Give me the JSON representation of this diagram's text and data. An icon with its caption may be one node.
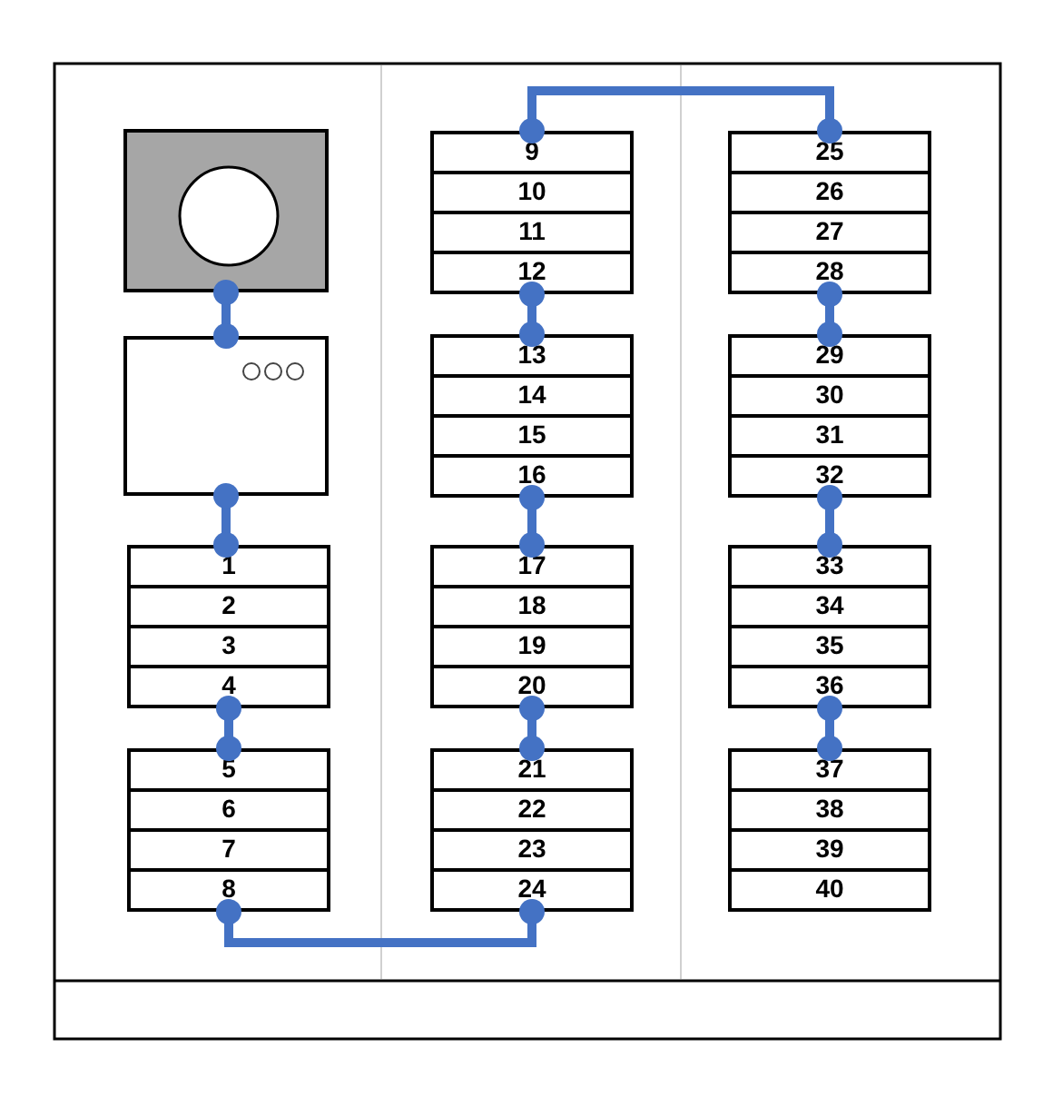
{
  "diagram": {
    "nodes": [
      {
        "text": [],
        "shape": "box"
      },
      {
        "text": [],
        "shape": "box"
      },
      {
        "text": [
          "1"
        ]
      },
      {
        "text": [
          "2"
        ]
      },
      {
        "text": [
          "3"
        ]
      },
      {
        "text": [
          "4"
        ]
      },
      {
        "text": [
          "5"
        ]
      },
      {
        "text": [
          "6"
        ]
      },
      {
        "text": [
          "7"
        ]
      },
      {
        "text": [
          "8"
        ]
      },
      {
        "text": [
          "9"
        ]
      },
      {
        "text": [
          "10"
        ]
      },
      {
        "text": [
          "11"
        ]
      },
      {
        "text": [
          "12"
        ]
      },
      {
        "text": [
          "13"
        ]
      },
      {
        "text": [
          "14"
        ]
      },
      {
        "text": [
          "15"
        ]
      },
      {
        "text": [
          "16"
        ]
      },
      {
        "text": [
          "17"
        ]
      },
      {
        "text": [
          "18"
        ]
      },
      {
        "text": [
          "19"
        ]
      },
      {
        "text": [
          "20"
        ]
      },
      {
        "text": [
          "21"
        ]
      },
      {
        "text": [
          "22"
        ]
      },
      {
        "text": [
          "23"
        ]
      },
      {
        "text": [
          "24"
        ]
      },
      {
        "text": [
          "25"
        ]
      },
      {
        "text": [
          "26"
        ]
      },
      {
        "text": [
          "27"
        ]
      },
      {
        "text": [
          "28"
        ]
      },
      {
        "text": [
          "29"
        ]
      },
      {
        "text": [
          "30"
        ]
      },
      {
        "text": [
          "31"
        ]
      },
      {
        "text": [
          "32"
        ]
      },
      {
        "text": [
          "33"
        ]
      },
      {
        "text": [
          "34"
        ]
      },
      {
        "text": [
          "35"
        ]
      },
      {
        "text": [
          "36"
        ]
      },
      {
        "text": [
          "37"
        ]
      },
      {
        "text": [
          "38"
        ]
      },
      {
        "text": [
          "39"
        ]
      },
      {
        "text": [
          "40"
        ]
      }
    ],
    "edges": [
      {
        "from": 0,
        "to": 1,
        "arrow": "other"
      },
      {
        "from": 1,
        "to": 2,
        "arrow": "other"
      },
      {
        "from": 5,
        "to": 6,
        "arrow": "other"
      },
      {
        "from": 9,
        "to": 25,
        "arrow": "other"
      },
      {
        "from": 22,
        "to": 21,
        "arrow": "other"
      },
      {
        "from": 18,
        "to": 17,
        "arrow": "other"
      },
      {
        "from": 14,
        "to": 13,
        "arrow": "other"
      },
      {
        "from": 10,
        "to": 26,
        "arrow": "other"
      },
      {
        "from": 29,
        "to": 30,
        "arrow": "other"
      },
      {
        "from": 33,
        "to": 34,
        "arrow": "other"
      },
      {
        "from": 37,
        "to": 38,
        "arrow": "other"
      }
    ]
  }
}
